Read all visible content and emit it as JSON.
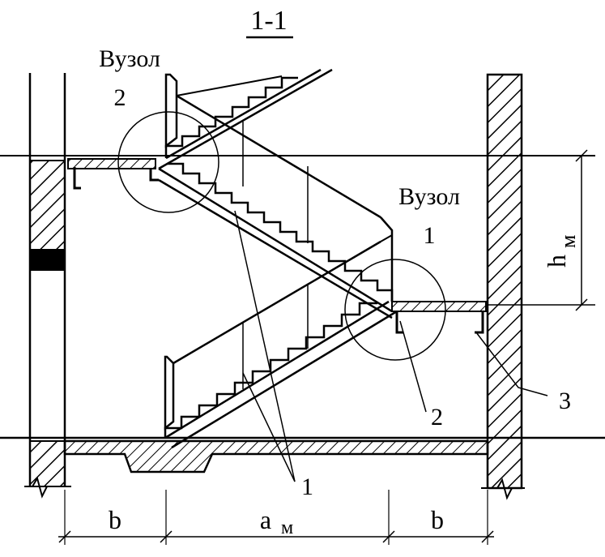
{
  "section_title": "1-1",
  "node_labels": {
    "node2_word": "Вузол",
    "node2_number": "2",
    "node1_word": "Вузол",
    "node1_number": "1"
  },
  "callouts": [
    "1",
    "2",
    "3"
  ],
  "dimensions": {
    "left": "b",
    "middle": "a",
    "middle_sub": "м",
    "right": "b",
    "height": "h",
    "height_sub": "м"
  }
}
